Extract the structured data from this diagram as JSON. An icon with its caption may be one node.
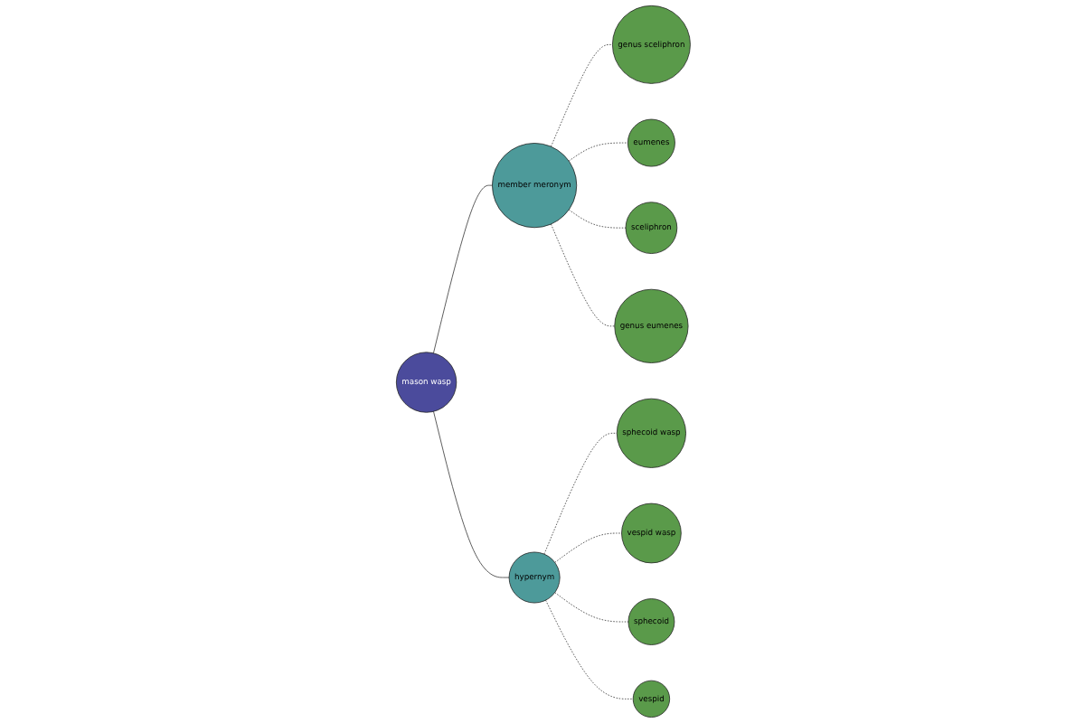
{
  "diagram": {
    "nodes": [
      {
        "text": [
          "genus sceliphron"
        ]
      },
      {
        "text": [
          "eumenes"
        ]
      },
      {
        "text": [
          "sceliphron"
        ]
      },
      {
        "text": [
          "genus eumenes"
        ]
      },
      {
        "text": [
          "member meronym"
        ]
      },
      {
        "text": [
          "sphecoid wasp"
        ]
      },
      {
        "text": [
          "mason wasp"
        ]
      },
      {
        "text": [
          "vespid wasp"
        ]
      },
      {
        "text": [
          "hypernym"
        ]
      },
      {
        "text": [
          "sphecoid"
        ]
      },
      {
        "text": [
          "vespid"
        ]
      }
    ],
    "edges": [
      {
        "from": 4,
        "to": 0,
        "arrow": "none",
        "style": "dashed"
      },
      {
        "from": 4,
        "to": 1,
        "arrow": "none",
        "style": "dashed"
      },
      {
        "from": 4,
        "to": 2,
        "arrow": "none",
        "style": "dashed"
      },
      {
        "from": 4,
        "to": 3,
        "arrow": "none",
        "style": "dashed"
      },
      {
        "from": 6,
        "to": 4,
        "arrow": "none"
      },
      {
        "from": 6,
        "to": 8,
        "arrow": "none"
      },
      {
        "from": 8,
        "to": 5,
        "arrow": "none",
        "style": "dashed"
      },
      {
        "from": 8,
        "to": 7,
        "arrow": "none",
        "style": "dashed"
      },
      {
        "from": 8,
        "to": 9,
        "arrow": "none",
        "style": "dashed"
      },
      {
        "from": 8,
        "to": 10,
        "arrow": "none",
        "style": "dashed"
      }
    ]
  }
}
